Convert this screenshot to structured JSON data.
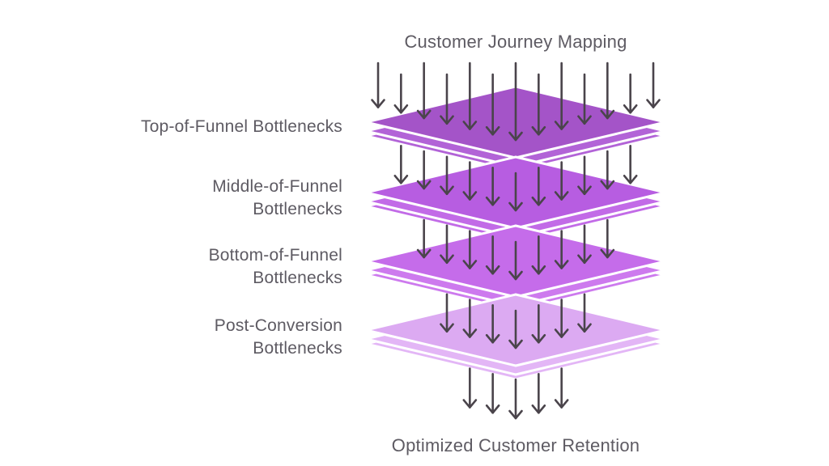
{
  "title": "Customer Journey Mapping",
  "caption": "Optimized Customer Retention",
  "colors": {
    "background": "#ffffff",
    "text": "#5e5b63",
    "arrow": "#4a444b"
  },
  "layers": [
    {
      "label": "Top-of-Funnel Bottlenecks",
      "line1": "Top-of-Funnel Bottlenecks",
      "line2": "",
      "face": "#a454c8",
      "side": "#b263d7"
    },
    {
      "label": "Middle-of-Funnel Bottlenecks",
      "line1": "Middle-of-Funnel",
      "line2": "Bottlenecks",
      "face": "#b75de1",
      "side": "#c26be7"
    },
    {
      "label": "Bottom-of-Funnel Bottlenecks",
      "line1": "Bottom-of-Funnel",
      "line2": "Bottlenecks",
      "face": "#c56cea",
      "side": "#cd7aee"
    },
    {
      "label": "Post-Conversion Bottlenecks",
      "line1": "Post-Conversion",
      "line2": "Bottlenecks",
      "face": "#dcaaf2",
      "side": "#e3b6f6"
    }
  ],
  "arrows": {
    "counts": [
      13,
      11,
      9,
      7,
      5
    ]
  }
}
